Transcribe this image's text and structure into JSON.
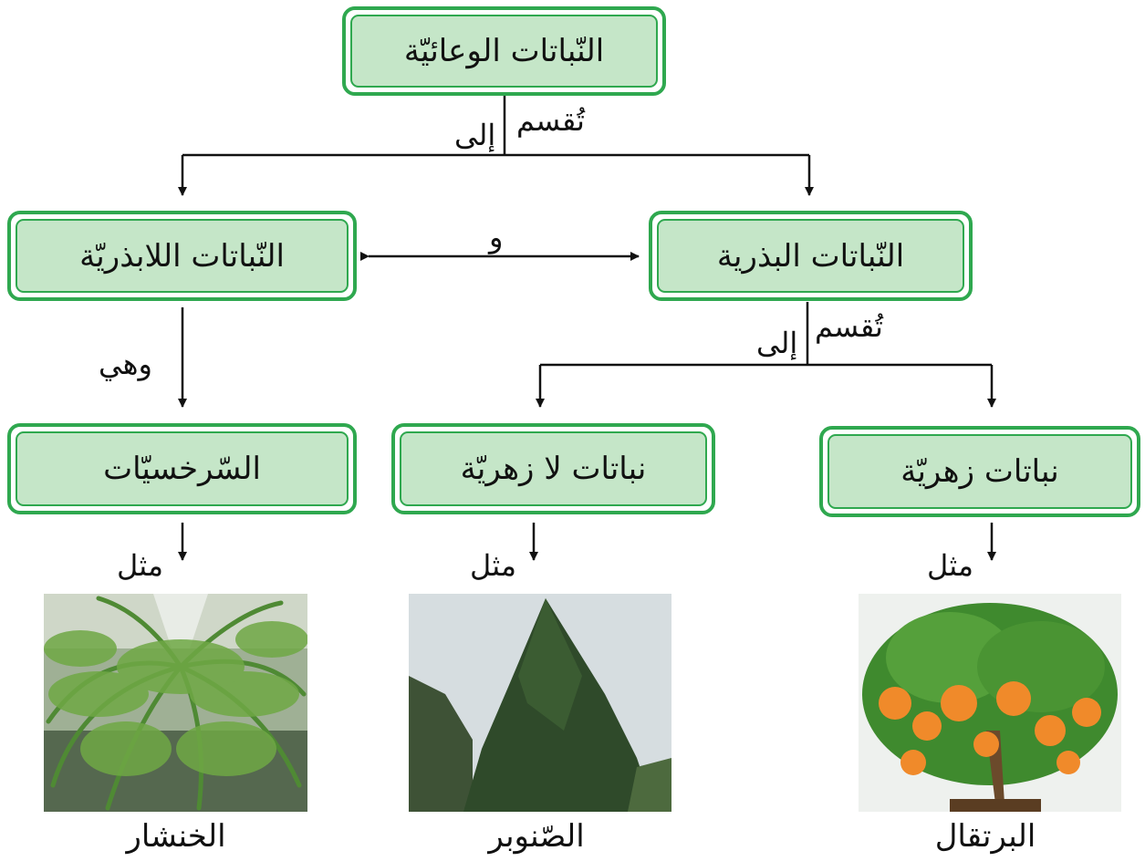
{
  "nodes": {
    "vascular": "النّباتات الوعائيّة",
    "seed": "النّباتات البذرية",
    "seedless": "النّباتات اللابذريّة",
    "flowering": "نباتات زهريّة",
    "nonflowering": "نباتات لا زهريّة",
    "ferns": "السّرخسيّات"
  },
  "connectors": {
    "divided_top_1": "تُقسم",
    "divided_top_2": "إلى",
    "and": "و",
    "divided_mid_1": "تُقسم",
    "divided_mid_2": "إلى",
    "which_are": "وهي",
    "example_orange": "مثل",
    "example_pine": "مثل",
    "example_fern": "مثل"
  },
  "captions": {
    "orange": "البرتقال",
    "pine": "الصّنوبر",
    "fern": "الخنشار"
  },
  "colors": {
    "box_border": "#2fa84f",
    "box_fill": "#c5e6c8",
    "line": "#111111"
  }
}
